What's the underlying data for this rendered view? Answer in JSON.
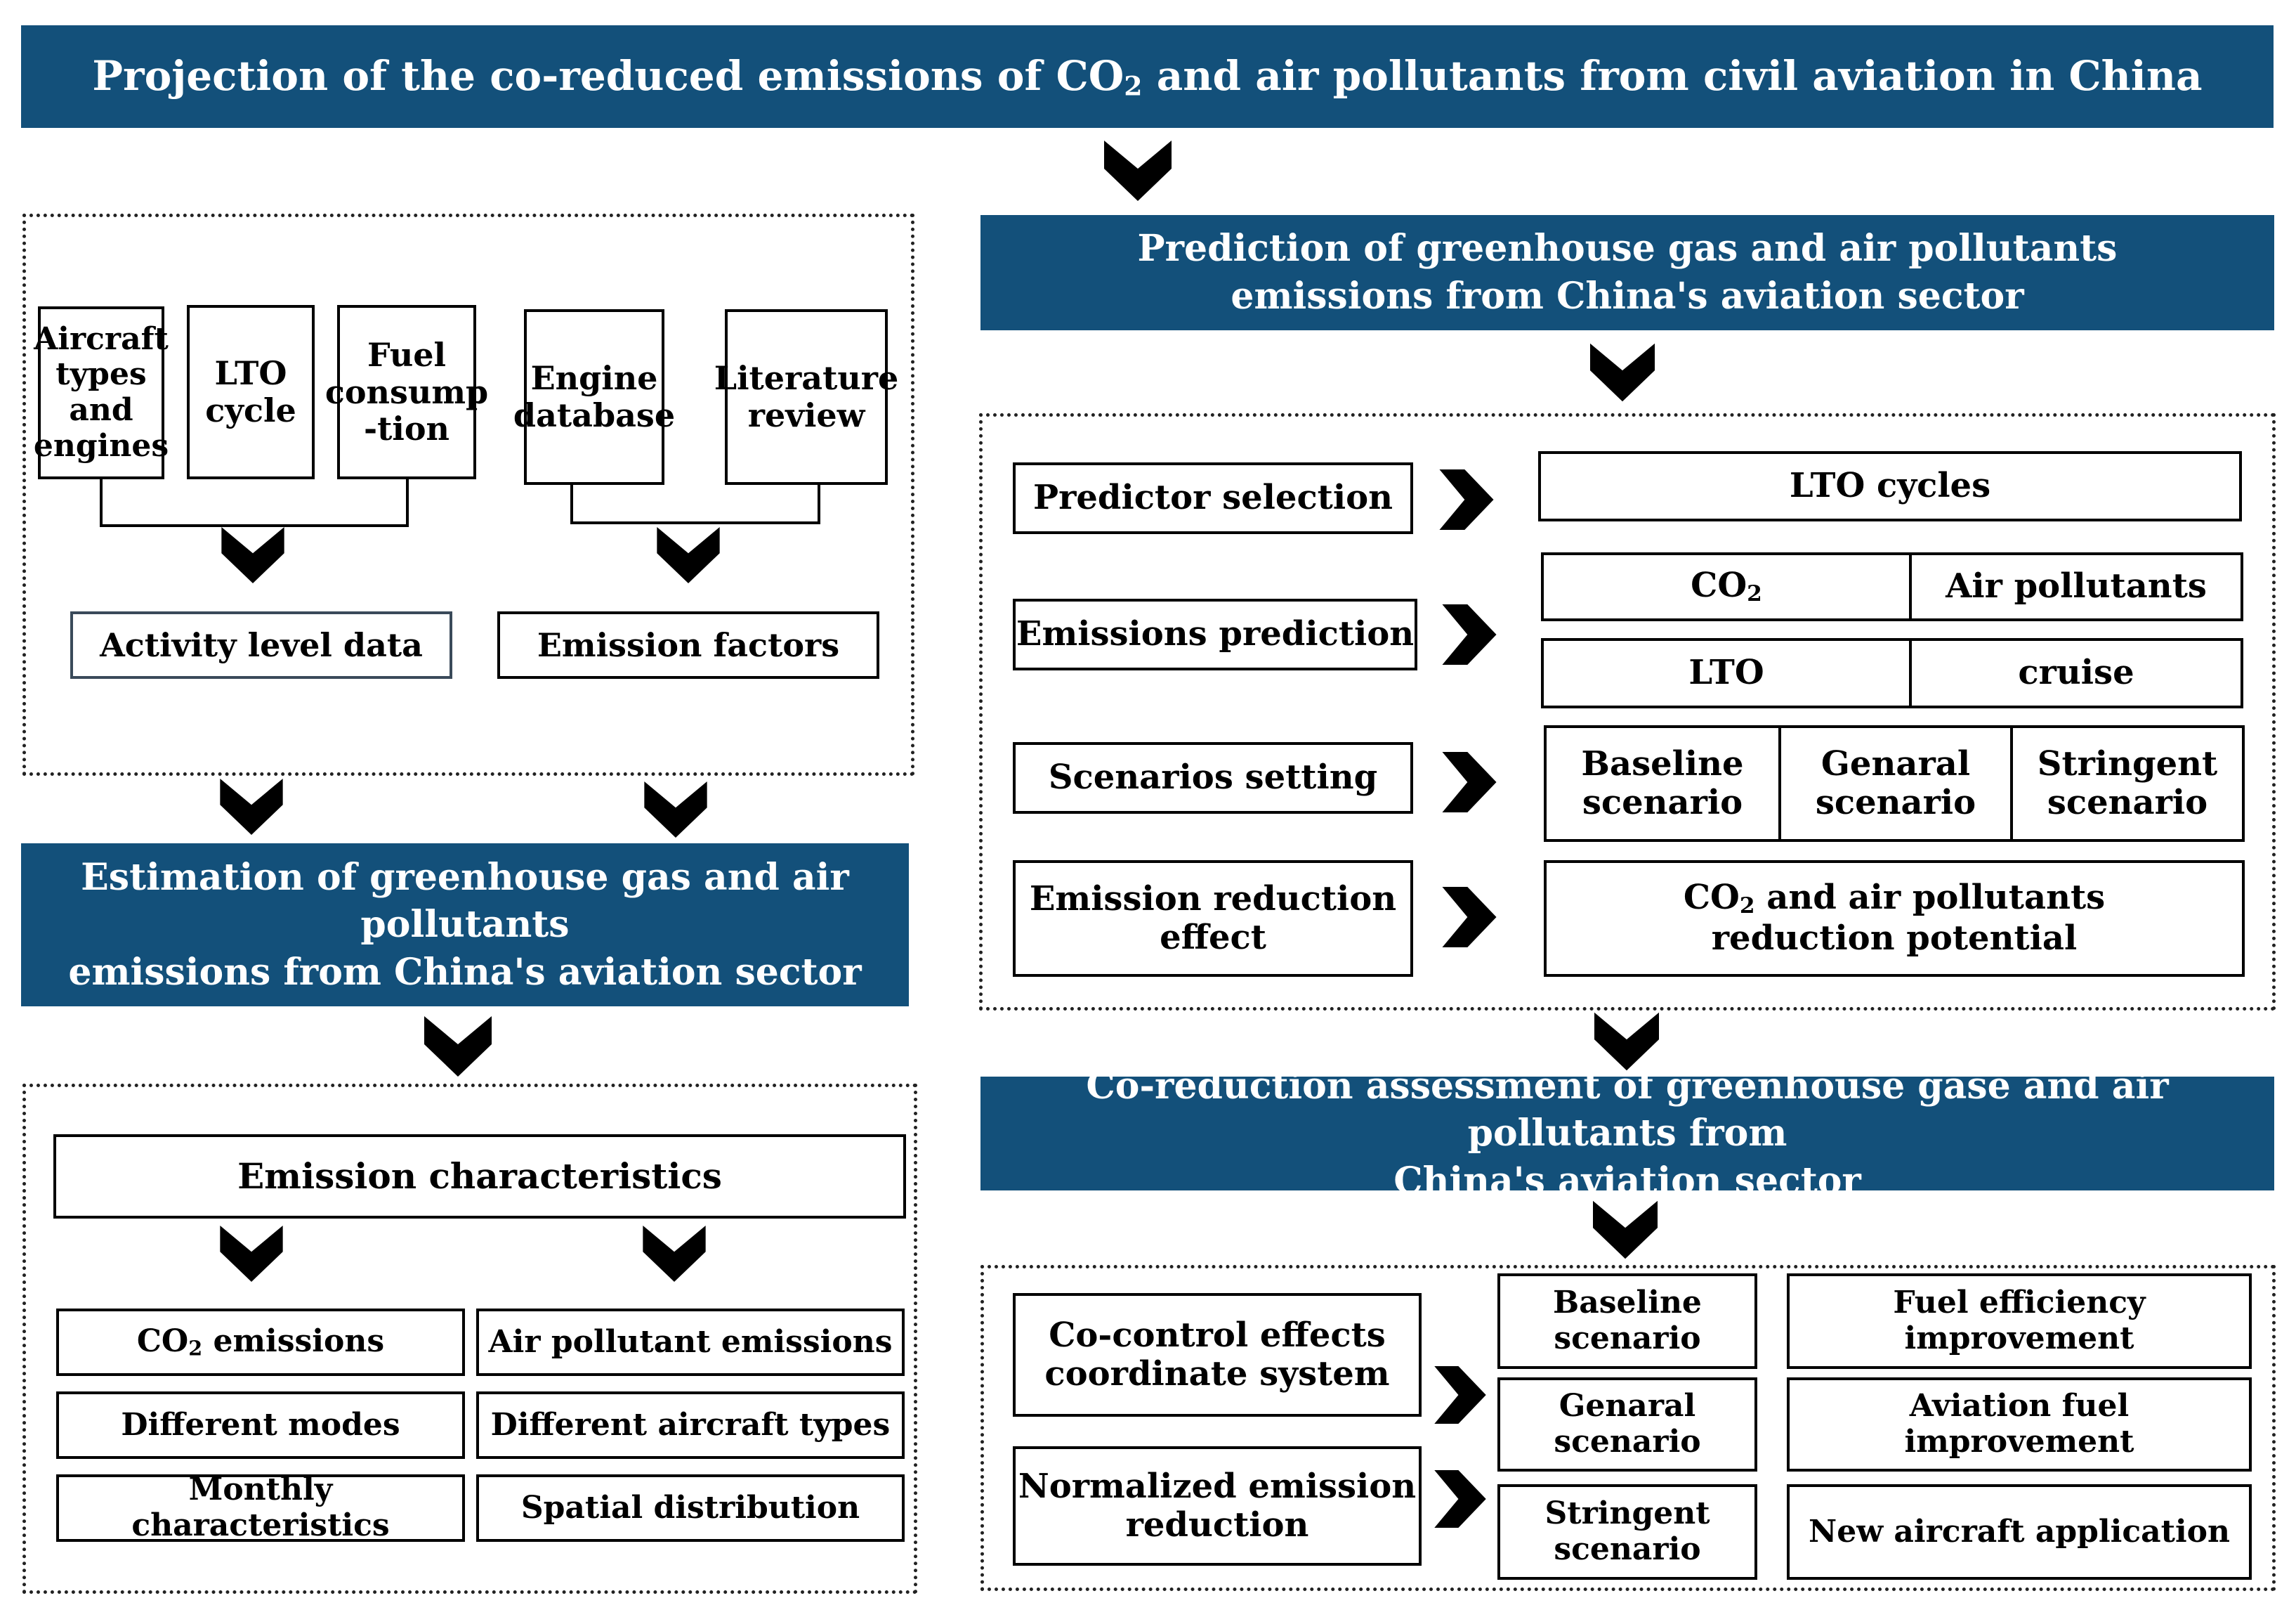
{
  "title": {
    "pre": "Projection of the co-reduced emissions of CO",
    "sub": "2",
    "post": " and air pollutants from civil aviation in China"
  },
  "left_top": {
    "box_aircraft": "Aircraft types and engines",
    "box_lto_cycle": "LTO cycle",
    "box_fuel": "Fuel consump -tion",
    "box_engine_db": "Engine database",
    "box_literature": "Literature review",
    "activity": "Activity level data",
    "emission_factors": "Emission factors"
  },
  "estimation_banner": {
    "line1": "Estimation of greenhouse gas and air pollutants",
    "line2": "emissions from China's aviation sector"
  },
  "characteristics": {
    "header": "Emission characteristics",
    "co2_pre": "CO",
    "co2_sub": "2",
    "co2_post": " emissions",
    "air_pollutant": "Air pollutant emissions",
    "modes": "Different modes",
    "aircraft_types": "Different aircraft types",
    "monthly": "Monthly characteristics",
    "spatial": "Spatial distribution"
  },
  "prediction_banner": {
    "line1": "Prediction of greenhouse gas and air pollutants",
    "line2": "emissions from China's aviation sector"
  },
  "prediction": {
    "predictor": "Predictor selection",
    "lto_cycles": "LTO cycles",
    "emissions_prediction": "Emissions prediction",
    "co2_pre": "CO",
    "co2_sub": "2",
    "air_pollutants": "Air pollutants",
    "lto": "LTO",
    "cruise": "cruise",
    "scenarios_setting": "Scenarios setting",
    "baseline": "Baseline scenario",
    "genaral": "Genaral scenario",
    "stringent": "Stringent scenario",
    "reduction_effect": "Emission reduction effect",
    "potential_pre": "CO",
    "potential_sub": "2",
    "potential_post": " and air pollutants",
    "potential_line2": "reduction potential"
  },
  "coreduction_banner": {
    "line1": "Co-reduction assessment of greenhouse gase and air pollutants from",
    "line2": "China's aviation sector"
  },
  "coreduction": {
    "cocontrol": "Co-control effects coordinate system",
    "normalized": "Normalized emission reduction",
    "baseline": "Baseline scenario",
    "genaral": "Genaral scenario",
    "stringent": "Stringent scenario",
    "fuel_efficiency": "Fuel efficiency improvement",
    "aviation_fuel": "Aviation fuel improvement",
    "new_aircraft": "New aircraft application"
  },
  "colors": {
    "banner": "#13507a",
    "banner_text": "#ffffff"
  }
}
